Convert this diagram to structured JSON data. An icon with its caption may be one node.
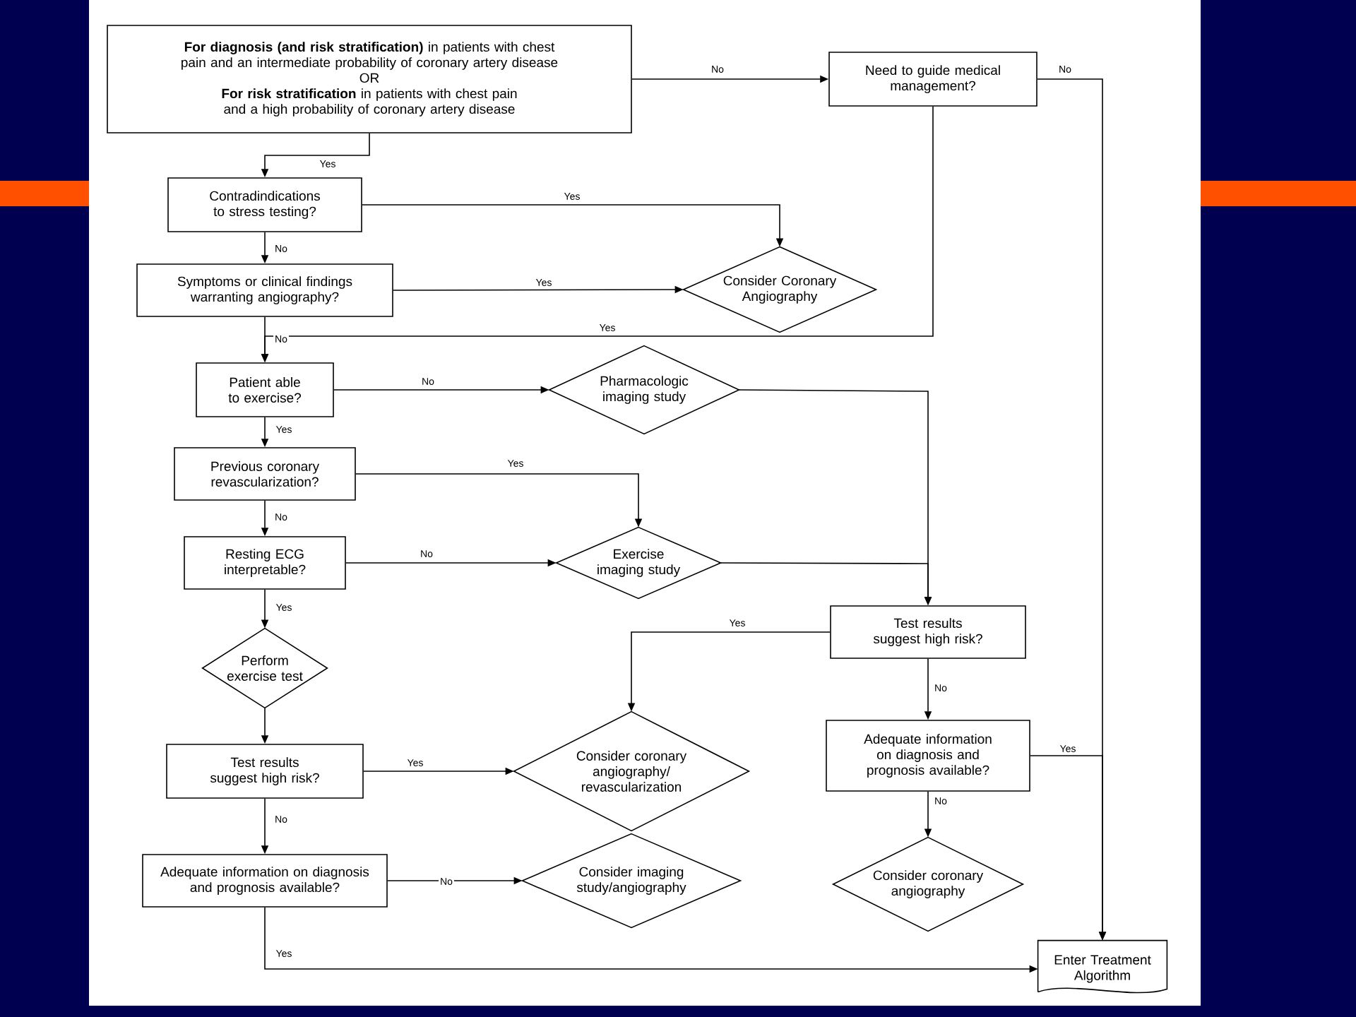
{
  "diagram": {
    "nodes": [
      {
        "text": [
          "**For diagnosis (and risk stratification)** in patients with chest pain and an intermediate probability of coronary artery disease",
          "OR",
          "**For risk stratification** in patients with chest pain and a high probability of coronary artery disease"
        ]
      },
      {
        "text": [
          "Need to guide medical management?"
        ]
      },
      {
        "text": [
          "Contradindications to stress testing?"
        ]
      },
      {
        "text": [
          "Symptoms or clinical findings warranting angiography?"
        ]
      },
      {
        "text": [
          "Consider Coronary Angiography"
        ]
      },
      {
        "text": [
          "Patient able to exercise?"
        ]
      },
      {
        "text": [
          "Pharmacologic imaging study"
        ]
      },
      {
        "text": [
          "Previous coronary revascularization?"
        ]
      },
      {
        "text": [
          "Resting ECG interpretable?"
        ]
      },
      {
        "text": [
          "Exercise imaging study"
        ]
      },
      {
        "text": [
          "Test results suggest high risk?"
        ]
      },
      {
        "text": [
          "Perform exercise test"
        ]
      },
      {
        "text": [
          "Test results suggest high risk?"
        ]
      },
      {
        "text": [
          "Consider coronary angiography/ revascularization"
        ]
      },
      {
        "text": [
          "Adequate information on diagnosis and prognosis available?"
        ]
      },
      {
        "text": [
          "Adequate information on diagnosis and prognosis available?"
        ]
      },
      {
        "text": [
          "Consider imaging study/angiography"
        ]
      },
      {
        "text": [
          "Consider coronary angiography"
        ]
      },
      {
        "text": [
          "Enter Treatment Algorithm"
        ]
      }
    ],
    "edges": [
      {
        "from": 0,
        "to": 1,
        "arrow": "to",
        "label": "No"
      },
      {
        "from": 0,
        "to": 2,
        "arrow": "to",
        "label": "Yes"
      },
      {
        "from": 1,
        "to": 18,
        "arrow": "to",
        "label": "No"
      },
      {
        "from": 1,
        "to": 5,
        "arrow": "to",
        "label": "Yes"
      },
      {
        "from": 2,
        "to": 4,
        "arrow": "to",
        "label": "Yes"
      },
      {
        "from": 2,
        "to": 3,
        "arrow": "to",
        "label": "No"
      },
      {
        "from": 3,
        "to": 4,
        "arrow": "to",
        "label": "Yes"
      },
      {
        "from": 3,
        "to": 5,
        "arrow": "to",
        "label": "No"
      },
      {
        "from": 5,
        "to": 6,
        "arrow": "to",
        "label": "No"
      },
      {
        "from": 5,
        "to": 7,
        "arrow": "to",
        "label": "Yes"
      },
      {
        "from": 7,
        "to": 9,
        "arrow": "to",
        "label": "Yes"
      },
      {
        "from": 7,
        "to": 8,
        "arrow": "to",
        "label": "No"
      },
      {
        "from": 8,
        "to": 9,
        "arrow": "to",
        "label": "No"
      },
      {
        "from": 8,
        "to": 11,
        "arrow": "to",
        "label": "Yes"
      },
      {
        "from": 6,
        "to": 10,
        "arrow": "to"
      },
      {
        "from": 9,
        "to": 10,
        "arrow": "to"
      },
      {
        "from": 11,
        "to": 12,
        "arrow": "to"
      },
      {
        "from": 12,
        "to": 13,
        "arrow": "to",
        "label": "Yes"
      },
      {
        "from": 12,
        "to": 15,
        "arrow": "to",
        "label": "No"
      },
      {
        "from": 15,
        "to": 16,
        "arrow": "to",
        "label": "No"
      },
      {
        "from": 15,
        "to": 18,
        "arrow": "to",
        "label": "Yes"
      },
      {
        "from": 10,
        "to": 13,
        "arrow": "to",
        "label": "Yes"
      },
      {
        "from": 10,
        "to": 14,
        "arrow": "to",
        "label": "No"
      },
      {
        "from": 14,
        "to": 18,
        "arrow": "to",
        "label": "Yes"
      },
      {
        "from": 14,
        "to": 17,
        "arrow": "to",
        "label": "No"
      }
    ]
  }
}
